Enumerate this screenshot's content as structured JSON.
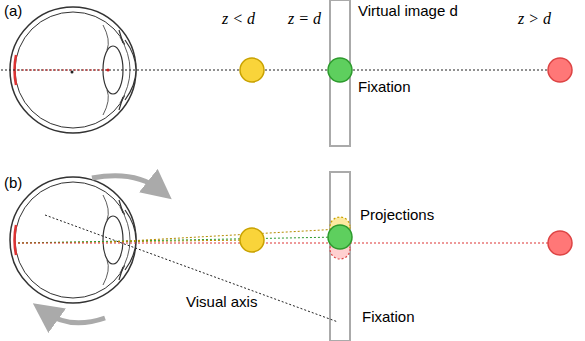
{
  "diagram": {
    "labels": [
      "(a)",
      "z < d",
      "z = d",
      "z > d",
      "Virtual image d",
      "Fixation",
      "(b)",
      "Projections",
      "Visual axis",
      "Fixation"
    ]
  }
}
